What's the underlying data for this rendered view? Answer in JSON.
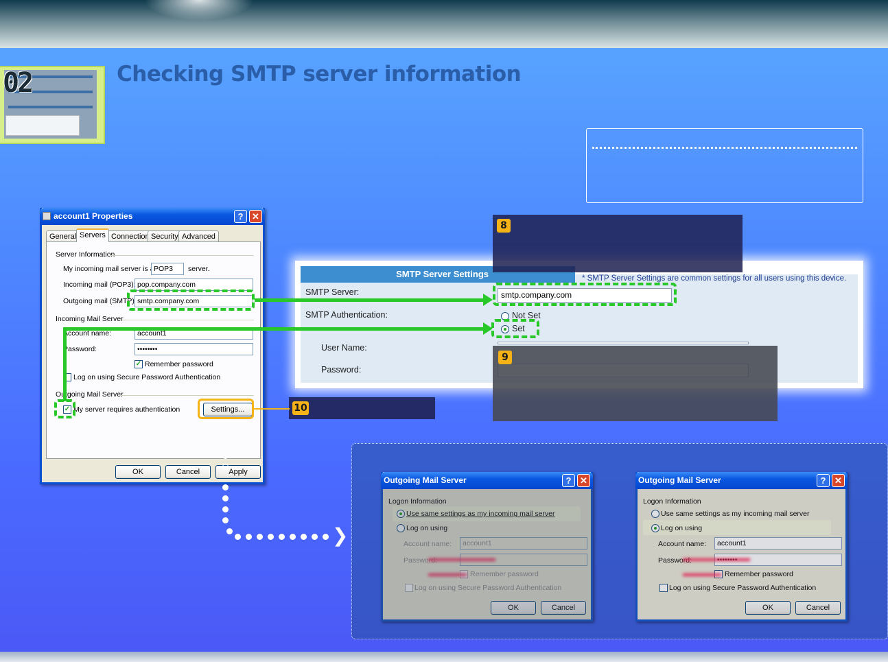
{
  "header": {
    "step_number": "02",
    "title": "Checking SMTP server information"
  },
  "colors": {
    "accent_green": "#28c828",
    "badge_orange": "#f6b317",
    "xp_blue": "#0a58e0"
  },
  "properties_dialog": {
    "title": "account1 Properties",
    "tabs": [
      "General",
      "Servers",
      "Connection",
      "Security",
      "Advanced"
    ],
    "active_tab": "Servers",
    "server_information": "Server Information",
    "incoming_type_label": "My incoming mail server is a",
    "incoming_type_value": "POP3",
    "incoming_type_suffix": "server.",
    "incoming_pop3_label": "Incoming mail (POP3):",
    "incoming_pop3_value": "pop.company.com",
    "outgoing_smtp_label": "Outgoing mail (SMTP):",
    "outgoing_smtp_value": "smtp.company.com",
    "incoming_group": "Incoming Mail Server",
    "account_name_label": "Account name:",
    "account_name_value": "account1",
    "password_label": "Password:",
    "password_value": "••••••••",
    "remember_password": "Remember password",
    "spa_label": "Log on using Secure Password Authentication",
    "outgoing_group": "Outgoing Mail Server",
    "requires_auth": "My server requires authentication",
    "settings_button": "Settings...",
    "ok": "OK",
    "cancel": "Cancel",
    "apply": "Apply"
  },
  "smtp_settings": {
    "header": "SMTP Server Settings",
    "note": "* SMTP Server Settings are common settings for all users using this device.",
    "server_label": "SMTP Server:",
    "server_value": "smtp.company.com",
    "auth_label": "SMTP Authentication:",
    "not_set": "Not Set",
    "set": "Set",
    "user_name_label": "User Name:",
    "password_label": "Password:"
  },
  "badges": {
    "b8": "8",
    "b9": "9",
    "b10": "10"
  },
  "outgoing_dialogs": [
    {
      "title": "Outgoing Mail Server",
      "logon_information": "Logon Information",
      "use_same": "Use same settings as my incoming mail server",
      "log_on_using": "Log on using",
      "account_name_label": "Account name:",
      "account_name_value": "account1",
      "password_label": "Password:",
      "remember_password": "Remember password",
      "spa_label": "Log on using Secure Password Authentication",
      "ok": "OK",
      "cancel": "Cancel"
    },
    {
      "title": "Outgoing Mail Server",
      "logon_information": "Logon Information",
      "use_same": "Use same settings as my incoming mail server",
      "log_on_using": "Log on using",
      "account_name_label": "Account name:",
      "account_name_value": "account1",
      "password_label": "Password:",
      "password_value": "••••••••",
      "remember_password": "Remember password",
      "spa_label": "Log on using Secure Password Authentication",
      "ok": "OK",
      "cancel": "Cancel"
    }
  ]
}
